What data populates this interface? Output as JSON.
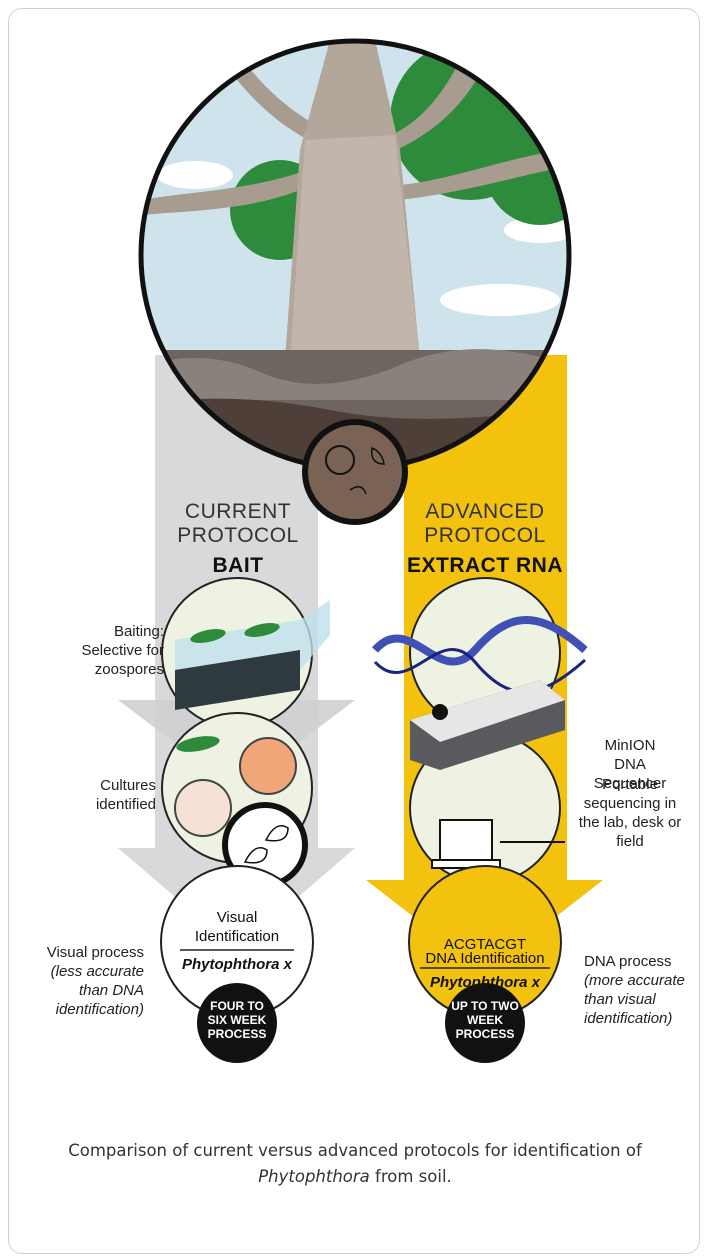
{
  "current": {
    "heading": "CURRENT PROTOCOL",
    "method": "BAIT",
    "baiting_note": "Baiting: Selective for zoospores",
    "cultures_note": "Cultures identified",
    "id_title": "Visual Identification",
    "id_species": "Phytophthora x",
    "process_note_plain": "Visual process",
    "process_note_italic": "(less accurate than DNA identification)",
    "duration": "FOUR TO SIX WEEK PROCESS"
  },
  "advanced": {
    "heading": "ADVANCED PROTOCOL",
    "method": "EXTRACT RNA",
    "sequencer_label": "MinION DNA Sequencer",
    "portable_note": "Portable sequencing in the lab, desk or field",
    "sequence": "ACGTACGT",
    "id_title": "DNA Identification",
    "id_species": "Phytophthora x",
    "process_note_plain": "DNA process",
    "process_note_italic": "(more accurate than visual identification)",
    "duration": "UP TO TWO WEEK PROCESS"
  },
  "caption": {
    "before": "Comparison of current versus advanced protocols for identification of ",
    "italic": "Phytophthora",
    "after": " from soil."
  },
  "colors": {
    "current_arrow": "#d9d9db",
    "advanced_arrow": "#f2c20f",
    "circle_fill": "#eef2e2",
    "badge": "#111111"
  }
}
